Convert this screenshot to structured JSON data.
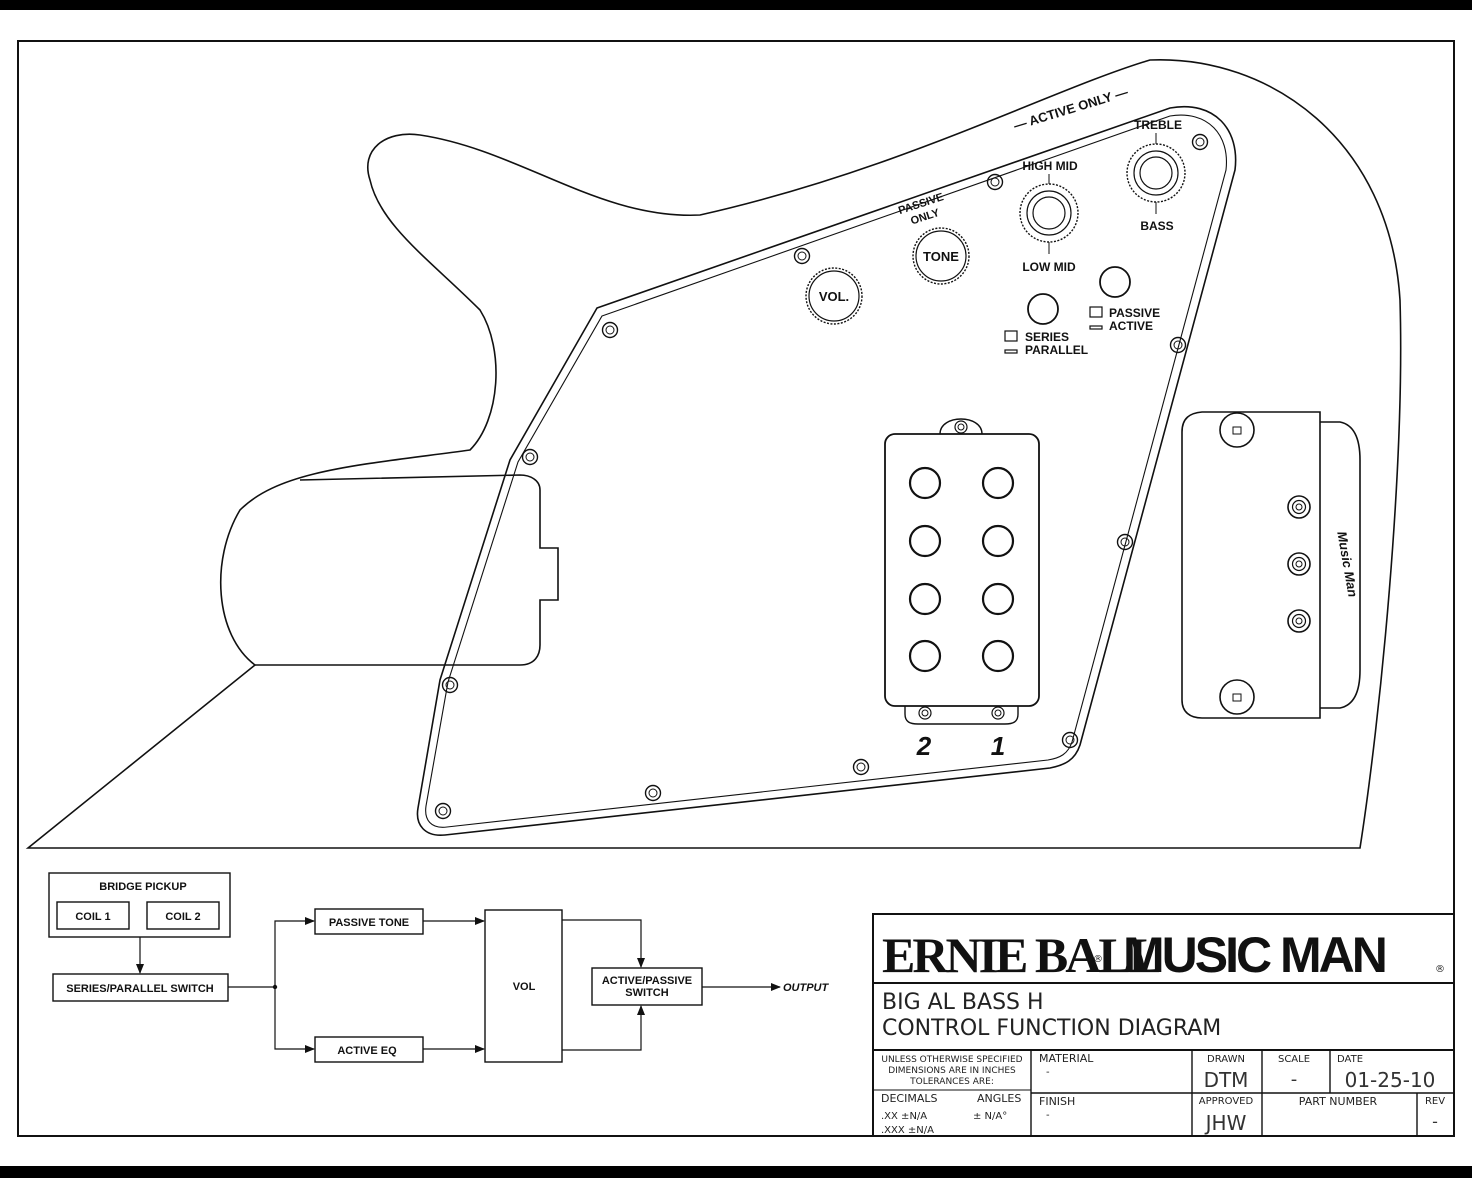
{
  "drawing": {
    "active_only": "— ACTIVE ONLY —",
    "controls": {
      "treble": "TREBLE",
      "bass": "BASS",
      "high_mid": "HIGH MID",
      "low_mid": "LOW MID",
      "passive_only_1": "PASSIVE",
      "passive_only_2": "ONLY",
      "tone": "TONE",
      "vol": "VOL.",
      "series": "SERIES",
      "parallel": "PARALLEL",
      "passive": "PASSIVE",
      "active": "ACTIVE"
    },
    "coil_numbers": [
      "2",
      "1"
    ],
    "bridge_logo": "Music Man"
  },
  "flow": {
    "bridge_pickup": "BRIDGE PICKUP",
    "coil1": "COIL 1",
    "coil2": "COIL 2",
    "series_parallel_switch": "SERIES/PARALLEL SWITCH",
    "passive_tone": "PASSIVE TONE",
    "active_eq": "ACTIVE EQ",
    "vol": "VOL",
    "active_passive_switch_1": "ACTIVE/PASSIVE",
    "active_passive_switch_2": "SWITCH",
    "output": "OUTPUT"
  },
  "title_block": {
    "brand_left": "ERNIE BALL",
    "brand_right": "MUSIC MAN",
    "reg_mark": "®",
    "title_line1": "BIG AL BASS H",
    "title_line2": "CONTROL FUNCTION DIAGRAM",
    "spec_line1": "UNLESS OTHERWISE SPECIFIED",
    "spec_line2": "DIMENSIONS ARE IN INCHES",
    "spec_line3": "TOLERANCES ARE:",
    "decimals": "DECIMALS",
    "angles": "ANGLES",
    "xx": ".XX  ±N/A",
    "xxx": ".XXX  ±N/A",
    "angle_tol": "± N/A°",
    "material_label": "MATERIAL",
    "material_value": "-",
    "finish_label": "FINISH",
    "finish_value": "-",
    "drawn_label": "DRAWN",
    "drawn_value": "DTM",
    "scale_label": "SCALE",
    "scale_value": "-",
    "date_label": "DATE",
    "date_value": "01-25-10",
    "approved_label": "APPROVED",
    "approved_value": "JHW",
    "part_number_label": "PART NUMBER",
    "rev_label": "REV",
    "rev_value": "-"
  }
}
